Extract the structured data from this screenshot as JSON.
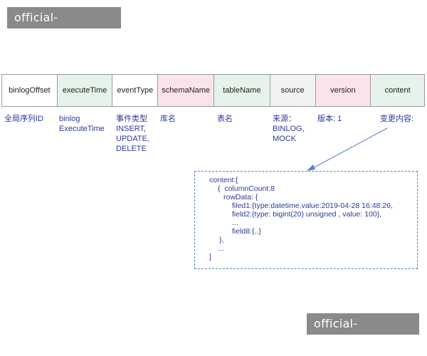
{
  "watermark": {
    "text": "official-yiyou.com"
  },
  "fields": [
    {
      "label": "binlogOffset",
      "color": "#ffffff"
    },
    {
      "label": "executeTime",
      "color": "#e6f3ea"
    },
    {
      "label": "eventType",
      "color": "#ffffff"
    },
    {
      "label": "schemaName",
      "color": "#fae4ea"
    },
    {
      "label": "tableName",
      "color": "#e6f3ea"
    },
    {
      "label": "source",
      "color": "#f2f2f2"
    },
    {
      "label": "version",
      "color": "#fae4ea"
    },
    {
      "label": "content",
      "color": "#e6f3ea"
    }
  ],
  "descriptions": [
    "全局序列ID",
    "binlog\nExecuteTime",
    "事件类型\nINSERT,\nUPDATE,\nDELETE",
    "库名",
    "表名",
    "来源：\nBINLOG,\nMOCK",
    "版本: 1",
    "变更内容:"
  ],
  "content_example": [
    "content:[",
    "{  columnCount:8",
    "rowData: {",
    "filed1:{type:datetime,value:2019-04-28 16:48:26,",
    "field2:{type: bigint(20) unsigned , value: 100},",
    "...",
    "field8:{..}",
    "},",
    "...",
    "]"
  ],
  "colors": {
    "text_blue": "#2b3a9a",
    "border_blue": "#4f86c6"
  }
}
